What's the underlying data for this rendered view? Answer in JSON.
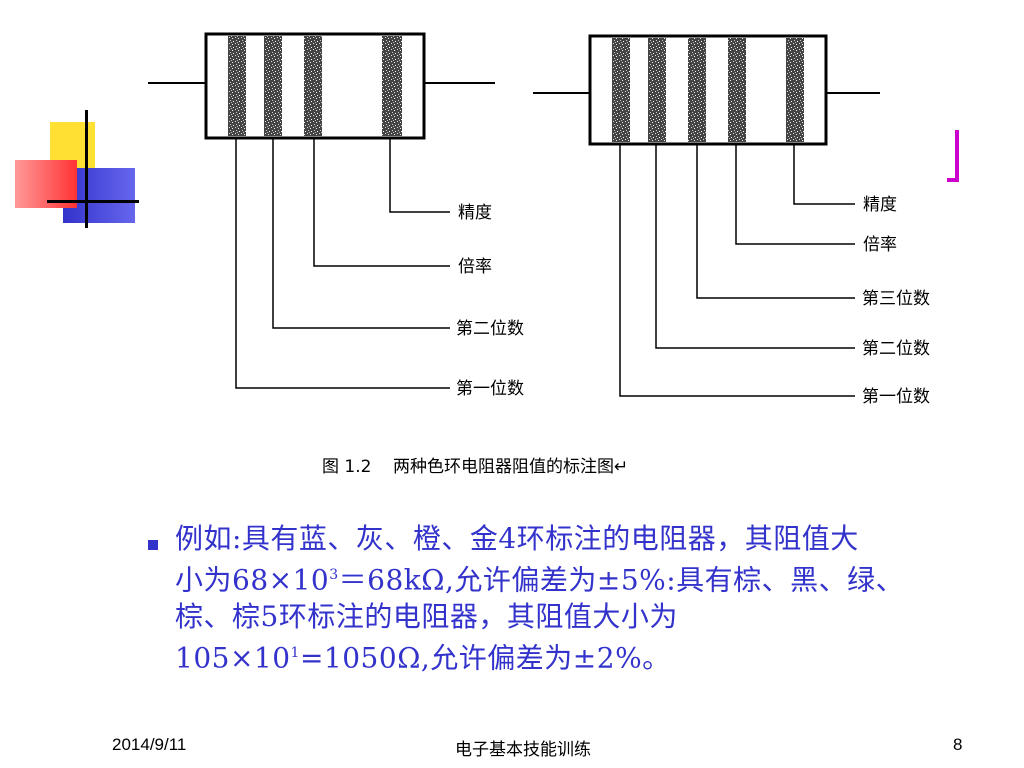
{
  "figure": {
    "caption": "图 1.2    两种色环电阻器阻值的标注图↵",
    "four_band": {
      "labels": [
        "精度",
        "倍率",
        "第二位数",
        "第一位数"
      ]
    },
    "five_band": {
      "labels": [
        "精度",
        "倍率",
        "第三位数",
        "第二位数",
        "第一位数"
      ]
    }
  },
  "body": {
    "line1": "例如:具有蓝、灰、橙、金4环标注的电阻器，其阻值大",
    "line2_a": "小为68×10",
    "line2_sup": "3",
    "line2_b": "＝68kΩ,允许偏差为±5%:具有棕、黑、绿、",
    "line3": "棕、棕5环标注的电阻器，其阻值大小为",
    "line4_a": "105×10",
    "line4_sup": "1",
    "line4_b": "=1050Ω,允许偏差为±2%。"
  },
  "footer": {
    "date": "2014/9/11",
    "title": "电子基本技能训练",
    "page": "8"
  },
  "colors": {
    "text_blue": "#3333cc",
    "deco_yellow": "#ffe033",
    "deco_blue": "#3333cc",
    "deco_red": "#ff3333",
    "title_magenta": "#cc00cc"
  }
}
